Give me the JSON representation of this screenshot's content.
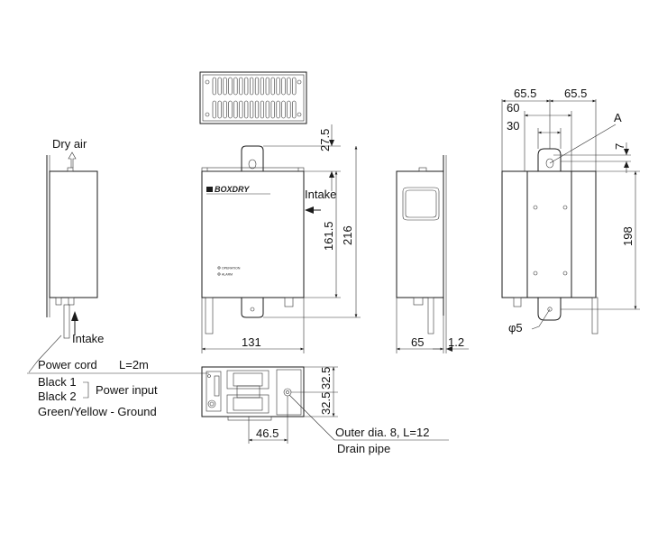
{
  "labels": {
    "dry_air": "Dry air",
    "intake_left": "Intake",
    "intake_front": "Intake",
    "power_cord": "Power cord",
    "cord_length": "L=2m",
    "black1": "Black 1",
    "black2": "Black 2",
    "power_input": "Power input",
    "ground": "Green/Yellow - Ground",
    "outer_dia": "Outer dia. 8, L=12",
    "drain_pipe": "Drain pipe",
    "point_a": "A",
    "hole_dia": "φ5",
    "brand": "BOXDRY",
    "led1": "OPERATION",
    "led2": "ALARM"
  },
  "dimensions": {
    "d27_5": "27.5",
    "d161_5": "161.5",
    "d216": "216",
    "d131": "131",
    "d65": "65",
    "d1_2": "1.2",
    "d65_5a": "65.5",
    "d65_5b": "65.5",
    "d60": "60",
    "d30": "30",
    "d7": "7",
    "d198": "198",
    "d32_5a": "32.5",
    "d32_5b": "32.5",
    "d46_5": "46.5"
  }
}
